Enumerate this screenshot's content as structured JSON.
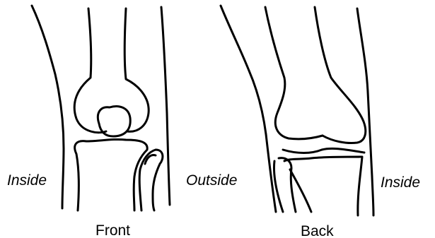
{
  "labels": {
    "left_inside": "Inside",
    "middle_outside": "Outside",
    "right_inside": "Inside",
    "front": "Front",
    "back": "Back"
  },
  "style": {
    "line_color": "#000000",
    "background": "#ffffff"
  }
}
